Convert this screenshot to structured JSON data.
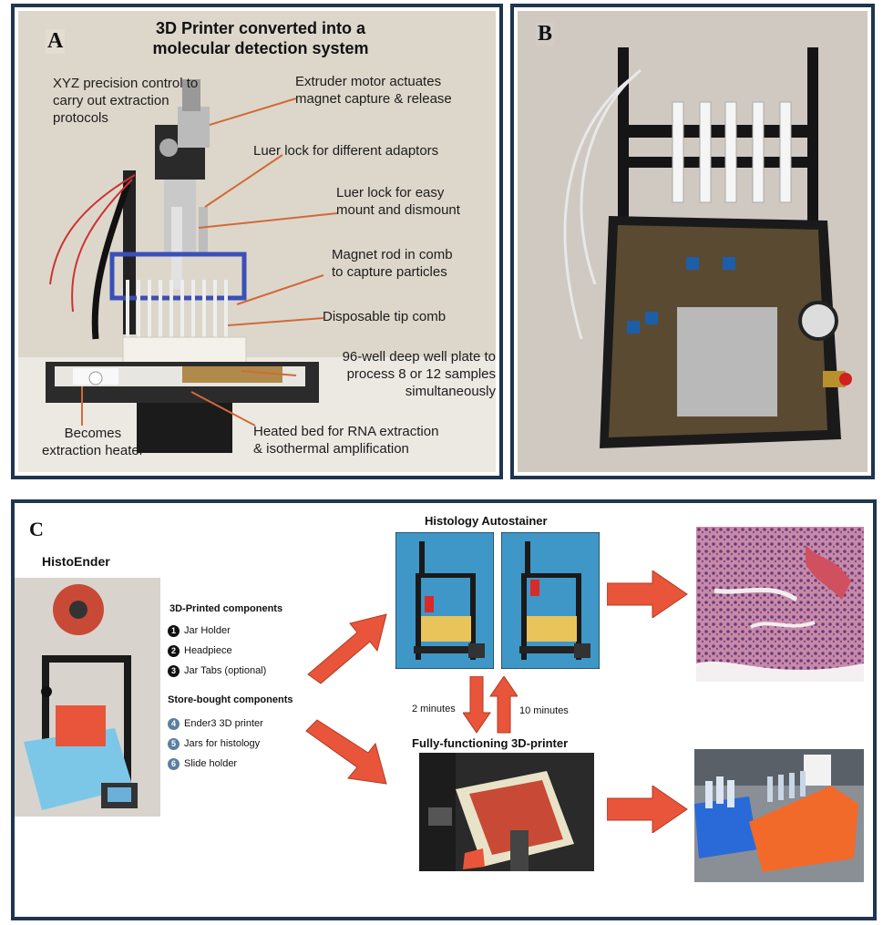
{
  "panelA": {
    "letter": "A",
    "title_line1": "3D Printer converted into a",
    "title_line2": "molecular detection system",
    "labels": [
      [
        "XYZ precision control to",
        "carry out extraction",
        "protocols"
      ],
      [
        "Extruder motor actuates",
        "magnet capture & release"
      ],
      [
        "Luer lock for different adaptors"
      ],
      [
        "Luer lock for easy",
        "mount and dismount"
      ],
      [
        "Magnet rod in comb",
        "to capture particles"
      ],
      [
        "Disposable tip comb"
      ],
      [
        "96-well deep well plate to",
        "process 8 or 12 samples",
        "simultaneously"
      ],
      [
        "Becomes",
        "extraction heater"
      ],
      [
        "Heated bed for RNA extraction",
        "& isothermal amplification"
      ]
    ],
    "label_line_color": "#d06a3a"
  },
  "panelB": {
    "letter": "B"
  },
  "panelC": {
    "letter": "C",
    "histoender_title": "HistoEnder",
    "printed_heading": "3D-Printed components",
    "printed_items": [
      {
        "num": "1",
        "label": "Jar Holder"
      },
      {
        "num": "2",
        "label": "Headpiece"
      },
      {
        "num": "3",
        "label": "Jar Tabs (optional)"
      }
    ],
    "store_heading": "Store-bought components",
    "store_items": [
      {
        "num": "4",
        "label": "Ender3 3D printer"
      },
      {
        "num": "5",
        "label": "Jars for histology"
      },
      {
        "num": "6",
        "label": "Slide holder"
      }
    ],
    "autostainer_title": "Histology Autostainer",
    "fully_title": "Fully-functioning 3D-printer",
    "time_down": "2 minutes",
    "time_up": "10 minutes",
    "arrow_color": "#e8553a"
  },
  "colors": {
    "border": "#1f3550",
    "plate_blue": "#3a4fb8",
    "stainer_bg": "#3f97c8"
  }
}
